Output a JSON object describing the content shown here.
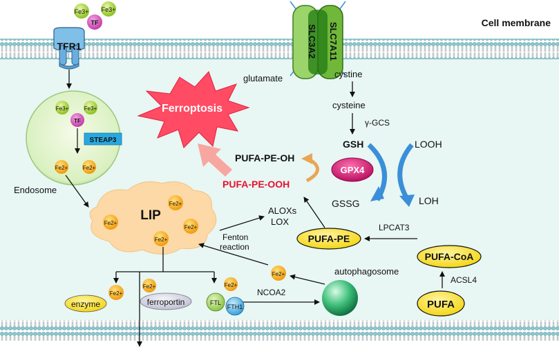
{
  "membrane": {
    "label": "Cell membrane"
  },
  "receptor": {
    "tfr1": "TFR1",
    "tf": "TF",
    "fe3": "Fe3+"
  },
  "endosome": {
    "label": "Endosome",
    "tf": "TF",
    "fe3": "Fe3+",
    "steap3": "STEAP3",
    "fe2": "Fe2+"
  },
  "transporter": {
    "left": "SLC3A2",
    "right": "SLC7A11"
  },
  "ferroptosis": {
    "label": "Ferroptosis"
  },
  "lip": {
    "label": "LIP",
    "fe2": "Fe2+"
  },
  "gsh_pathway": {
    "glutamate": "glutamate",
    "cystine": "cystine",
    "cysteine": "cysteine",
    "ggcs": "γ-GCS",
    "gsh": "GSH",
    "gssg": "GSSG",
    "gpx4": "GPX4",
    "looh": "LOOH",
    "loh": "LOH"
  },
  "lipids": {
    "pufa_pe_oh": "PUFA-PE-OH",
    "pufa_pe_ooh": "PUFA-PE-OOH",
    "alox": "ALOXs",
    "lox": "LOX",
    "pufa_pe": "PUFA-PE",
    "lpcat3": "LPCAT3",
    "pufa_coa": "PUFA-CoA",
    "acsl4": "ACSL4",
    "pufa": "PUFA"
  },
  "fenton": {
    "line1": "Fenton",
    "line2": "reaction"
  },
  "autophagy": {
    "autophagosome": "autophagosome",
    "ncoa2": "NCOA2",
    "fe2": "Fe2+"
  },
  "storage": {
    "enzyme": "enzyme",
    "ferroportin": "ferroportin",
    "ftl": "FTL",
    "fth1": "FTH1",
    "fe2": "Fe2+"
  },
  "colors": {
    "lipid_red": "#e8112d",
    "gpx4": "#d6106a",
    "ferroptosis": "#ff4b63",
    "arrow_blue": "#3a8fd8"
  }
}
